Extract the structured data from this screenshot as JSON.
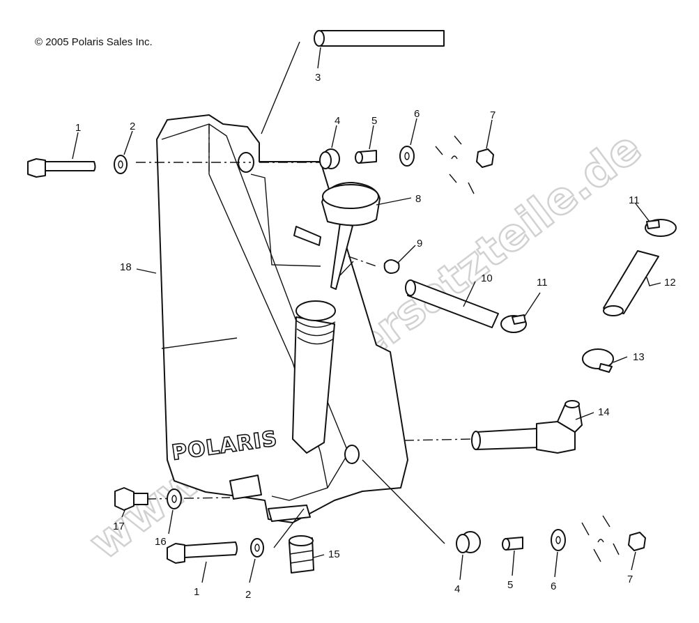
{
  "copyright": "© 2005 Polaris Sales Inc.",
  "brand": "POLARIS",
  "watermark": "www.polaris-ersatzteile.de",
  "callouts": [
    {
      "id": "c1a",
      "text": "1"
    },
    {
      "id": "c2a",
      "text": "2"
    },
    {
      "id": "c3",
      "text": "3"
    },
    {
      "id": "c4a",
      "text": "4"
    },
    {
      "id": "c5a",
      "text": "5"
    },
    {
      "id": "c6a",
      "text": "6"
    },
    {
      "id": "c7a",
      "text": "7"
    },
    {
      "id": "c8",
      "text": "8"
    },
    {
      "id": "c9",
      "text": "9"
    },
    {
      "id": "c10",
      "text": "10"
    },
    {
      "id": "c11a",
      "text": "11"
    },
    {
      "id": "c11b",
      "text": "11"
    },
    {
      "id": "c12",
      "text": "12"
    },
    {
      "id": "c13",
      "text": "13"
    },
    {
      "id": "c14",
      "text": "14"
    },
    {
      "id": "c15",
      "text": "15"
    },
    {
      "id": "c16",
      "text": "16"
    },
    {
      "id": "c17",
      "text": "17"
    },
    {
      "id": "c18",
      "text": "18"
    },
    {
      "id": "c1b",
      "text": "1"
    },
    {
      "id": "c2b",
      "text": "2"
    },
    {
      "id": "c4b",
      "text": "4"
    },
    {
      "id": "c5b",
      "text": "5"
    },
    {
      "id": "c6b",
      "text": "6"
    },
    {
      "id": "c7b",
      "text": "7"
    }
  ]
}
